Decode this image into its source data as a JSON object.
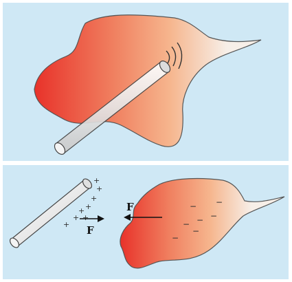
{
  "colors": {
    "background": "#cfe8f5",
    "cloth_dark": "#e8322a",
    "cloth_light": "#f7efe8",
    "rod_fill": "#eaeaea",
    "outline": "#444444"
  },
  "top_panel": {
    "icons": [
      "fur-cloth-icon",
      "glass-rod-icon",
      "rubbing-motion-icon"
    ]
  },
  "bottom_panel": {
    "rod_charge_symbol": "+",
    "rod_charge_count": 8,
    "cloth_charge_symbol": "−",
    "cloth_charge_count": 7,
    "rod_force_label": "F",
    "cloth_force_label": "F"
  }
}
